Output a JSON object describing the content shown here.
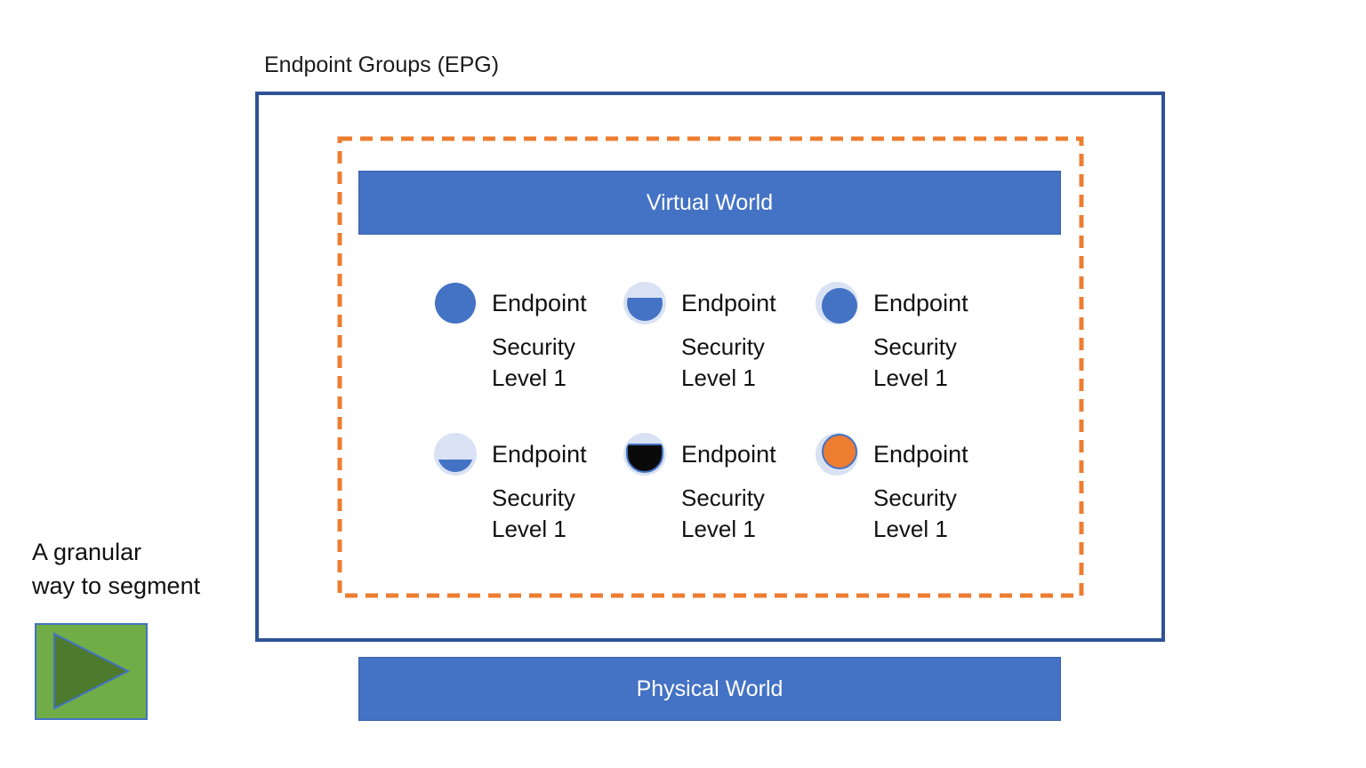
{
  "title": "Endpoint Groups (EPG)",
  "caption": {
    "line1": "A granular",
    "line2": "way to segment"
  },
  "banners": {
    "virtual": "Virtual World",
    "physical": "Physical World"
  },
  "endpoints": [
    {
      "label": "Endpoint",
      "security_line1": "Security",
      "security_line2": "Level 1",
      "icon": "circle-solid-blue-icon"
    },
    {
      "label": "Endpoint",
      "security_line1": "Security",
      "security_line2": "Level 1",
      "icon": "circle-two-thirds-filled-icon"
    },
    {
      "label": "Endpoint",
      "security_line1": "Security",
      "security_line2": "Level 1",
      "icon": "circle-blue-offset-ring-icon"
    },
    {
      "label": "Endpoint",
      "security_line1": "Security",
      "security_line2": "Level 1",
      "icon": "circle-one-third-filled-icon"
    },
    {
      "label": "Endpoint",
      "security_line1": "Security",
      "security_line2": "Level 1",
      "icon": "circle-black-bowl-icon"
    },
    {
      "label": "Endpoint",
      "security_line1": "Security",
      "security_line2": "Level 1",
      "icon": "circle-orange-ringed-icon"
    }
  ],
  "play_button": {
    "icon": "play-icon"
  },
  "colors": {
    "accent_blue": "#4472C4",
    "dark_blue_border": "#2F5496",
    "orange_dashed": "#ED7D31",
    "light_blue_circle": "#D9E2F3",
    "green_button": "#70AD47",
    "dark_green_triangle": "#4E7A2E",
    "black_circle": "#0A0A0A",
    "banner_text": "#FFFFFF"
  }
}
